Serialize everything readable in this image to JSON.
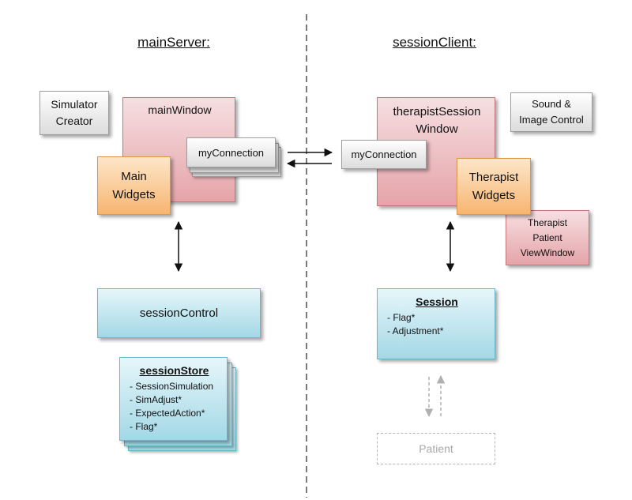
{
  "left": {
    "title": "mainServer:",
    "simulator_creator": "Simulator\nCreator",
    "main_window": "mainWindow",
    "my_connection": "myConnection",
    "main_widgets": "Main\nWidgets",
    "session_control": "sessionControl",
    "session_store": {
      "title": "sessionStore",
      "items": [
        "- SessionSimulation",
        "- SimAdjust*",
        "- ExpectedAction*",
        "- Flag*"
      ]
    }
  },
  "right": {
    "title": "sessionClient:",
    "therapist_session_window": "therapistSession\nWindow",
    "sound_image_control": "Sound &\nImage Control",
    "my_connection": "myConnection",
    "therapist_widgets": "Therapist\nWidgets",
    "therapist_patient_view_window": "Therapist\nPatient\nViewWindow",
    "session": {
      "title": "Session",
      "items": [
        "- Flag*",
        "- Adjustment*"
      ]
    },
    "patient": "Patient"
  },
  "colors": {
    "gray_box": "#dcdcdc",
    "pink_box": "#e5a4a9",
    "peach_box": "#f7b571",
    "blue_box": "#a3d8e6",
    "divider": "#333333",
    "faded": "#b0b0b0"
  }
}
